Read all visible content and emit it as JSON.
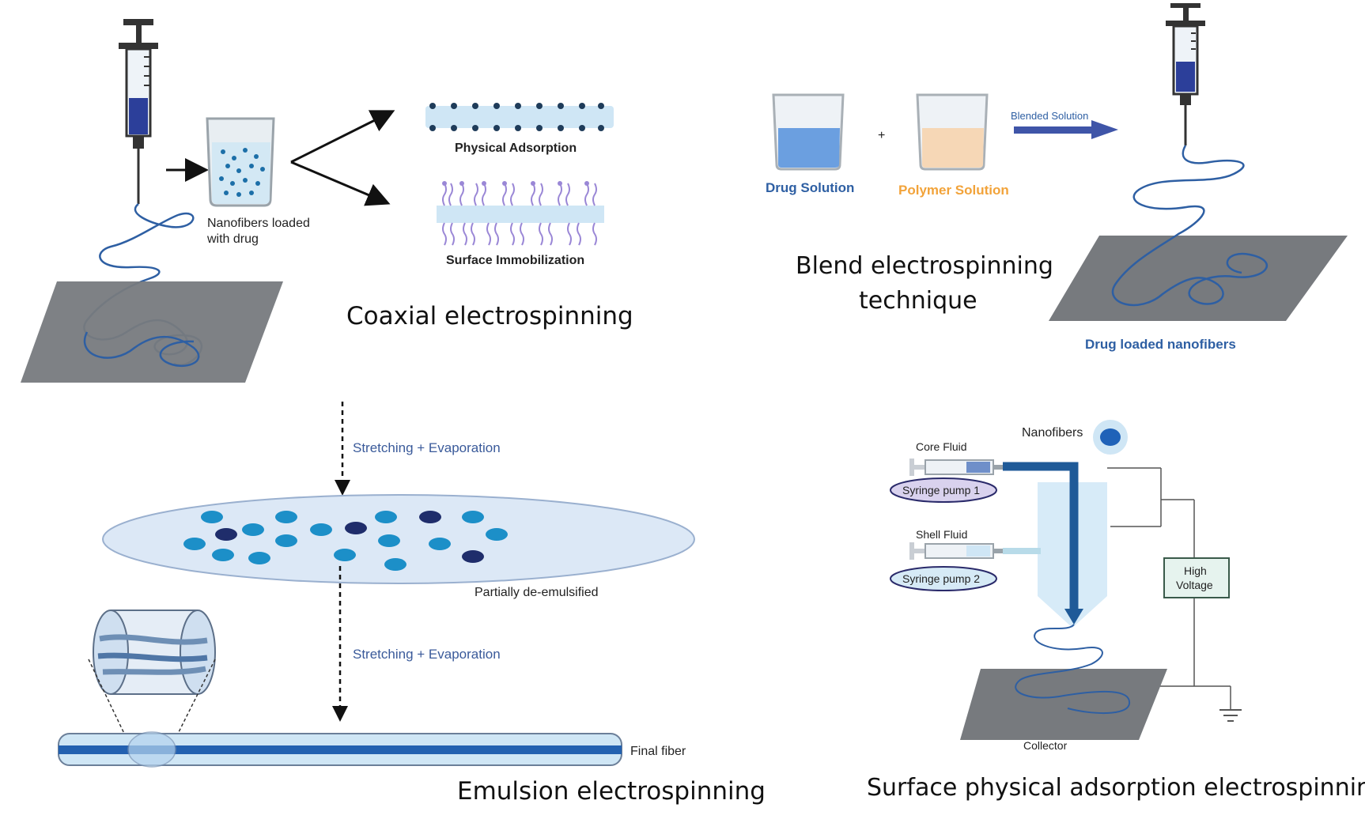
{
  "panels": {
    "coaxial": {
      "caption": "Coaxial electrospinning",
      "beaker_label_line1": "Nanofibers loaded",
      "beaker_label_line2": "with drug",
      "option_top": "Physical Adsorption",
      "option_bottom": "Surface Immobilization"
    },
    "blend": {
      "caption_line1": "Blend electrospinning",
      "caption_line2": "technique",
      "drug_solution": "Drug Solution",
      "polymer_solution": "Polymer Solution",
      "plus": "+",
      "arrow_label": "Blended Solution",
      "result_label": "Drug loaded nanofibers"
    },
    "emulsion": {
      "caption": "Emulsion electrospinning",
      "step1": "Stretching + Evaporation",
      "stage_label": "Partially de-emulsified",
      "step2": "Stretching + Evaporation",
      "final_label": "Final fiber"
    },
    "surface": {
      "caption": "Surface physical adsorption electrospinning",
      "nanofibers": "Nanofibers",
      "core_fluid": "Core Fluid",
      "pump1": "Syringe pump 1",
      "shell_fluid": "Shell Fluid",
      "pump2": "Syringe pump 2",
      "voltage_line1": "High",
      "voltage_line2": "Voltage",
      "collector": "Collector"
    }
  },
  "colors": {
    "collector_gray": "#777a7e",
    "fiber_blue": "#2e5fa3",
    "drug_blue": "#2c3f9a",
    "light_blue": "#cfe6f5",
    "dark_navy": "#1f2d6b",
    "dot_blue": "#1c8fc8",
    "orange": "#f2a33a",
    "lipid_purple": "#9a87d6"
  }
}
